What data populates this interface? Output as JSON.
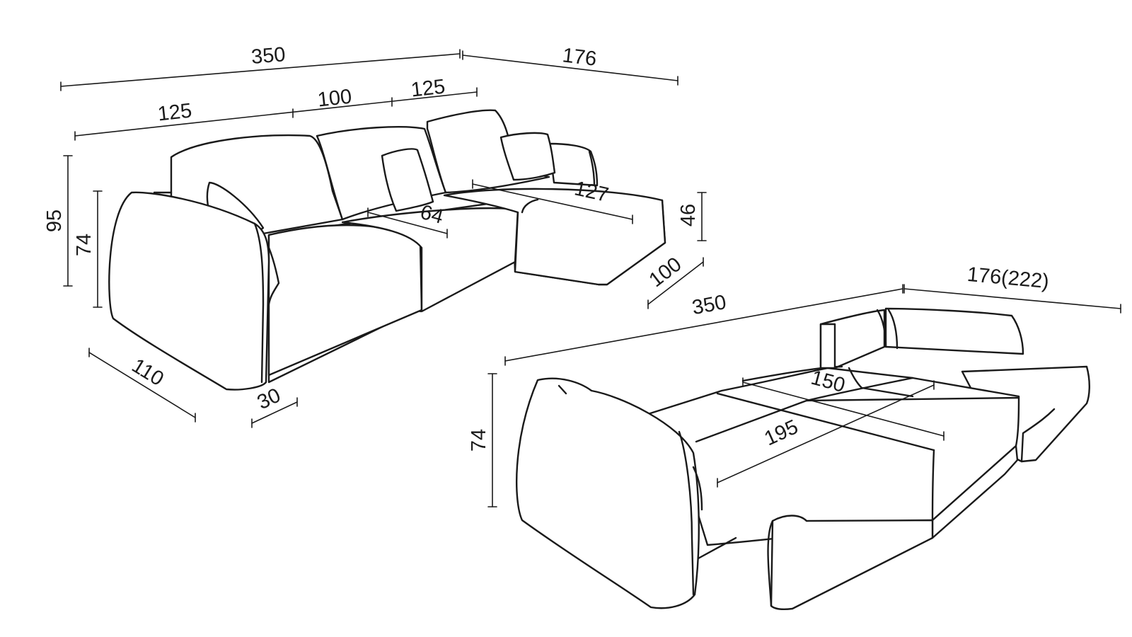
{
  "colors": {
    "line": "#1a1a1a",
    "background": "#ffffff"
  },
  "sofa": {
    "overall_width": "350",
    "chaise_length": "176",
    "section_left": "125",
    "section_middle": "100",
    "section_right": "125",
    "total_height": "95",
    "arm_height": "74",
    "seat_height": "46",
    "chaise_seat_depth": "127",
    "seat_depth": "64",
    "depth": "110",
    "arm_width": "30",
    "chaise_width": "100"
  },
  "bed": {
    "overall_width": "350",
    "chaise_length": "176(222)",
    "height": "74",
    "sleep_width": "150",
    "sleep_length": "195"
  }
}
